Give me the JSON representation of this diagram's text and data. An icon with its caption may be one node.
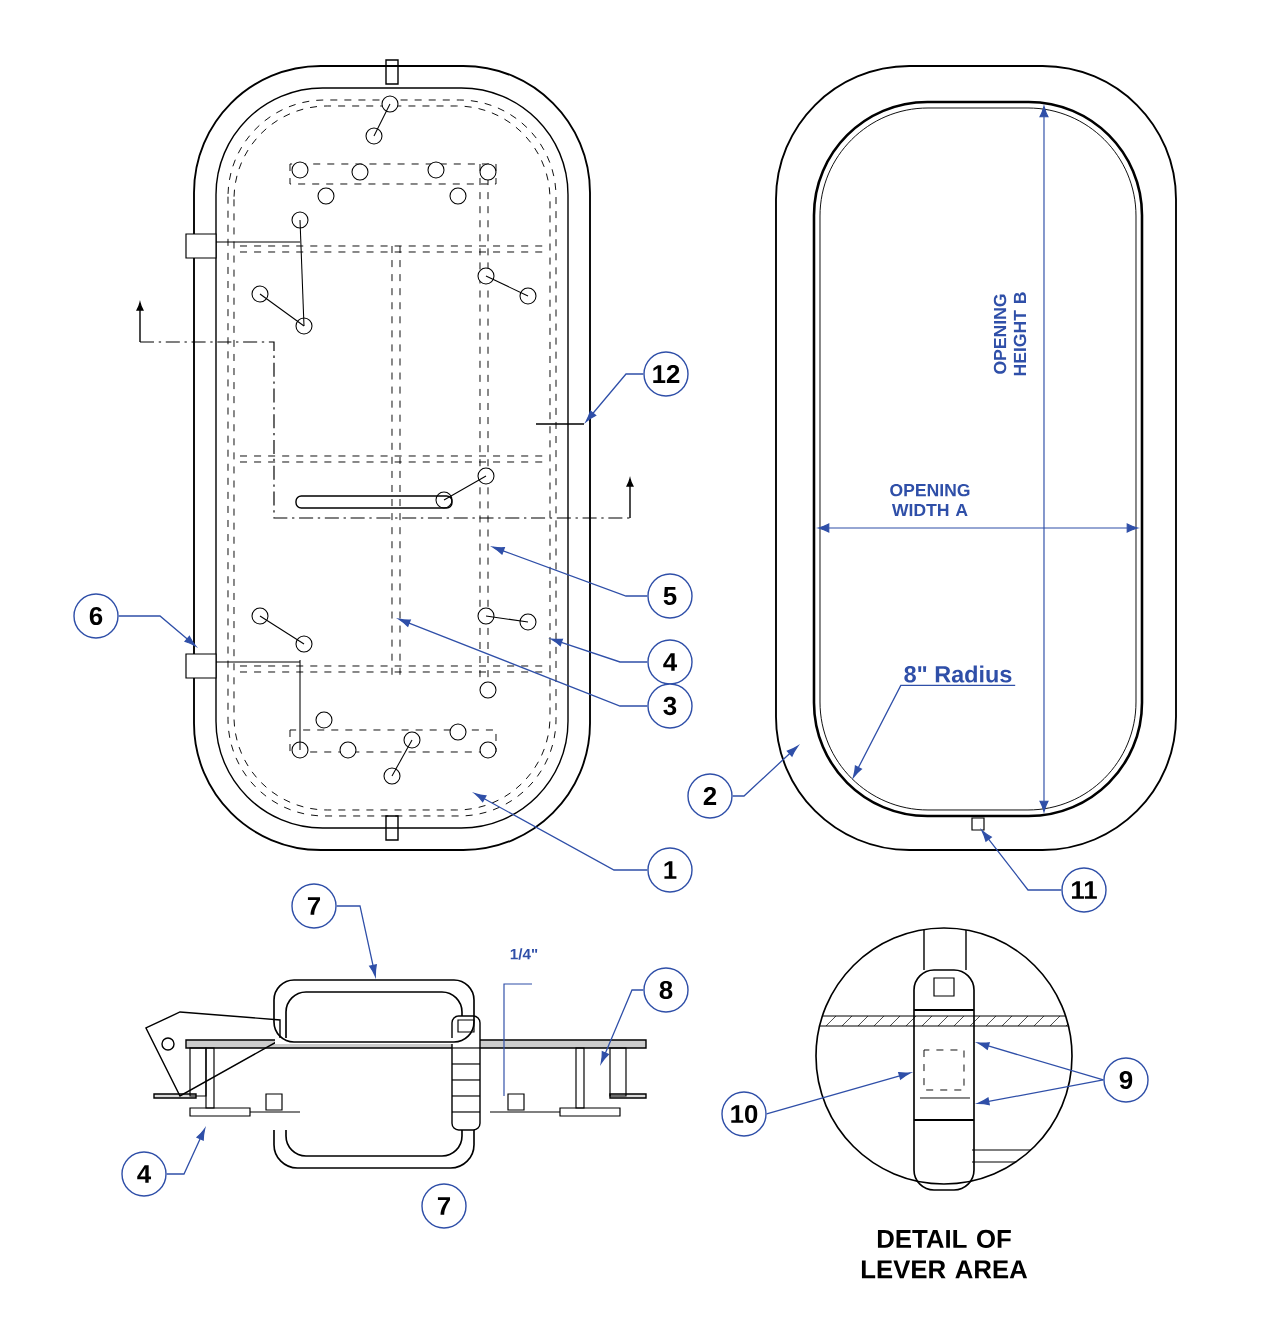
{
  "diagram": {
    "nodes": [
      {
        "text": [
          "12"
        ]
      },
      {
        "text": [
          "6"
        ]
      },
      {
        "text": [
          "5"
        ]
      },
      {
        "text": [
          "4"
        ]
      },
      {
        "text": [
          "3"
        ]
      },
      {
        "text": [
          "1"
        ]
      },
      {
        "text": [
          "8\" Radius"
        ]
      },
      {
        "text": [
          "2"
        ]
      },
      {
        "text": [
          "11"
        ]
      },
      {
        "text": [
          "7"
        ]
      },
      {
        "text": [
          "8"
        ]
      },
      {
        "text": [
          "4"
        ]
      },
      {
        "text": [
          "10"
        ]
      },
      {
        "text": [
          "9"
        ]
      },
      {
        "text": [
          "7"
        ]
      },
      {
        "text": [],
        "shape": "box"
      },
      {
        "text": [],
        "shape": "box"
      }
    ],
    "edges": [
      {
        "from": 0,
        "to": null,
        "arrow": "to"
      },
      {
        "from": 1,
        "to": null,
        "arrow": "to"
      },
      {
        "from": 2,
        "to": null,
        "arrow": "to"
      },
      {
        "from": 3,
        "to": null,
        "arrow": "to"
      },
      {
        "from": 4,
        "to": null,
        "arrow": "to"
      },
      {
        "from": 5,
        "to": null,
        "arrow": "to"
      },
      {
        "from": 6,
        "to": null,
        "arrow": "to"
      },
      {
        "from": 7,
        "to": null,
        "arrow": "to"
      },
      {
        "from": 8,
        "to": null,
        "arrow": "to"
      },
      {
        "from": 9,
        "to": 15,
        "arrow": "to"
      },
      {
        "from": 10,
        "to": null,
        "arrow": "to"
      },
      {
        "from": 11,
        "to": null,
        "arrow": "to"
      },
      {
        "from": 12,
        "to": 16,
        "arrow": "to"
      },
      {
        "from": 13,
        "to": 16,
        "arrow": "to"
      },
      {
        "from": 13,
        "to": 16,
        "arrow": "to"
      }
    ],
    "labels": [
      "OPENING HEIGHT B",
      "OPENING WIDTH A",
      "1/4\"",
      "DETAIL OF LEVER AREA"
    ]
  }
}
